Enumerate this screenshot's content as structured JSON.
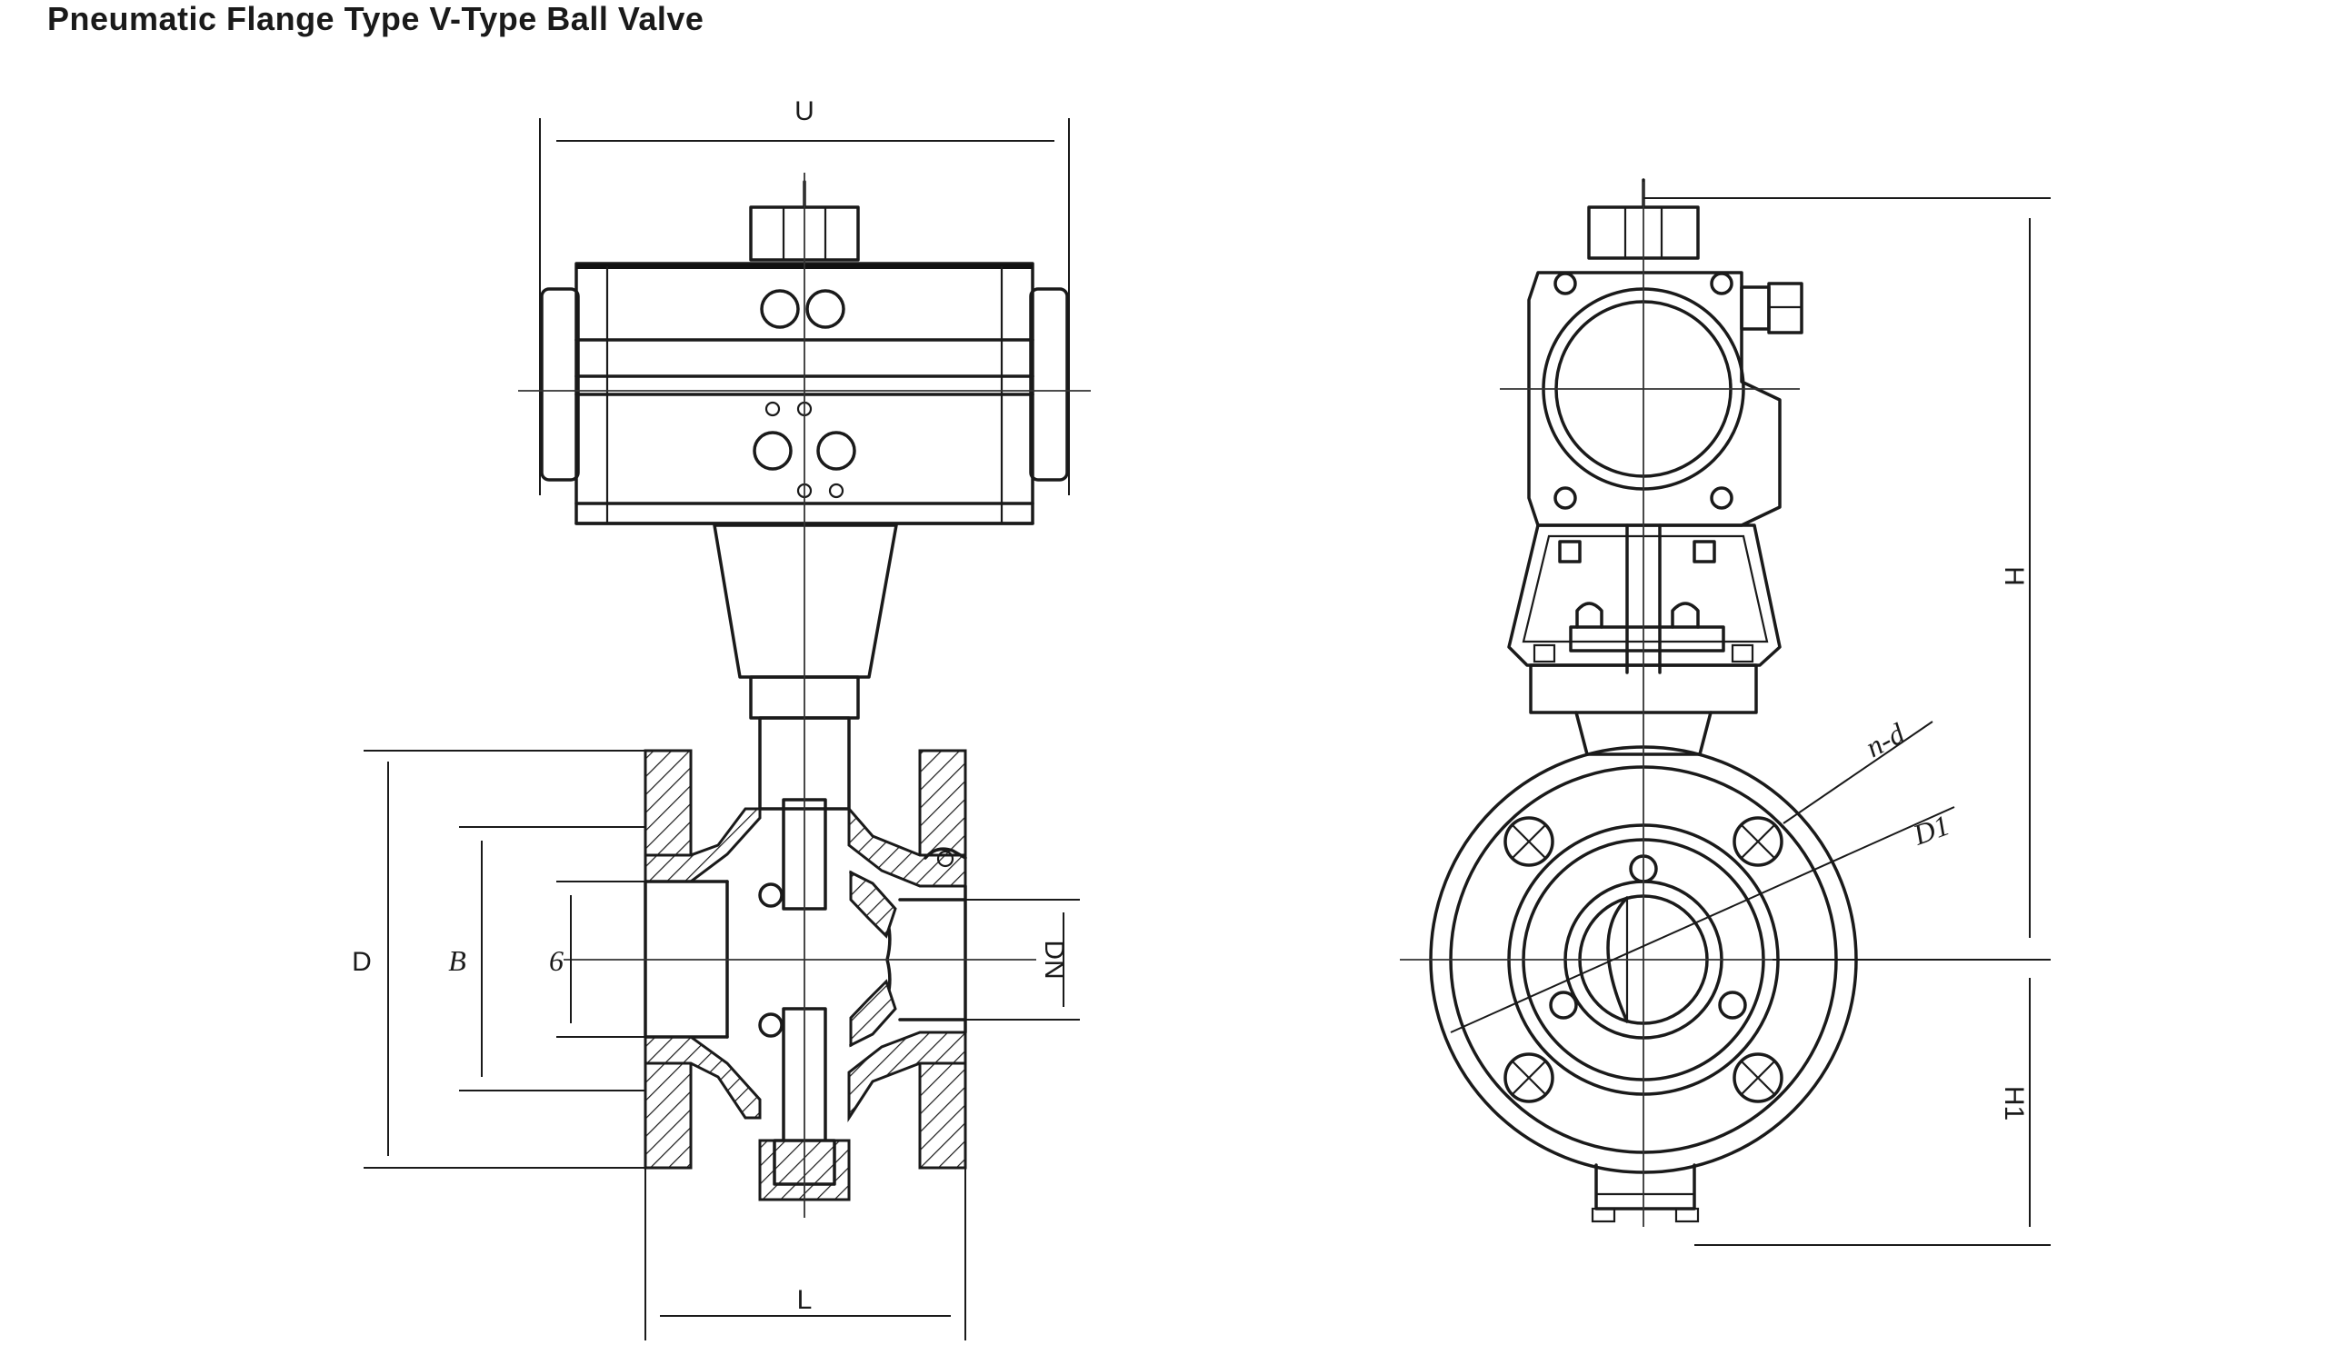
{
  "title": "Pneumatic Flange Type V-Type Ball Valve",
  "dimension_labels": {
    "top_width": "U",
    "outer_diameter": "D",
    "bolt_circle": "B",
    "raised_face": "6",
    "bore": "DN",
    "length": "L",
    "bolts": "n-d",
    "bolt_circle_side": "D1",
    "height": "H",
    "lower_height": "H1"
  }
}
